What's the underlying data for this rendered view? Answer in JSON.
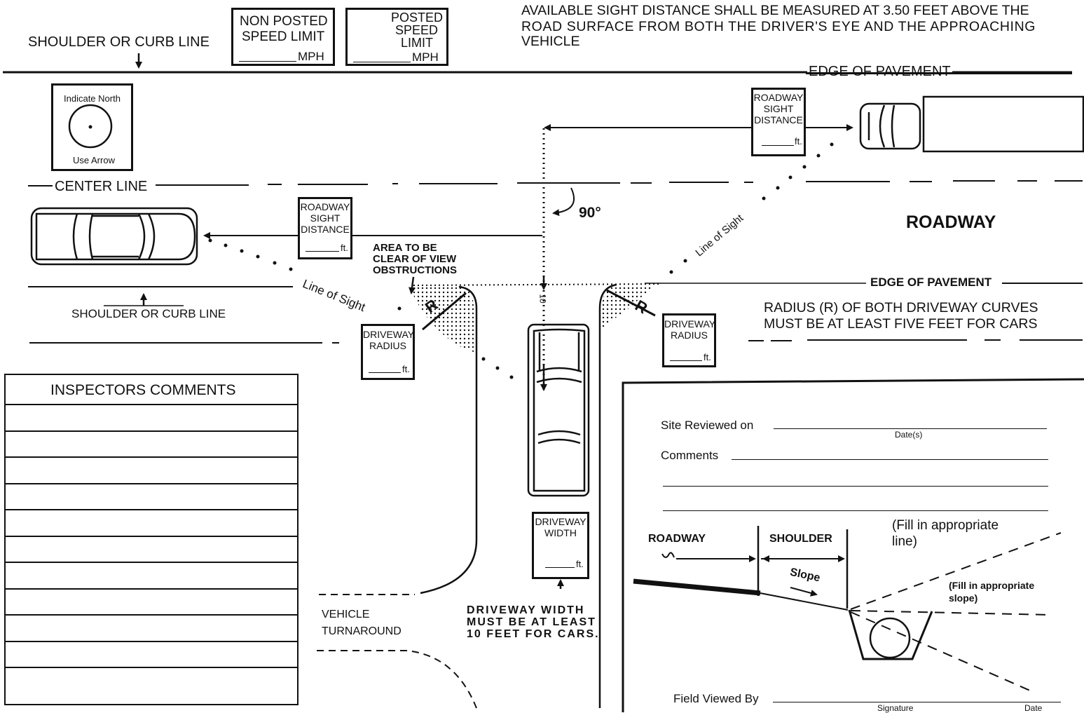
{
  "header": {
    "shoulder_label_top": "SHOULDER OR CURB LINE",
    "non_posted": {
      "line1": "NON POSTED",
      "line2": "SPEED LIMIT",
      "unit": "MPH"
    },
    "posted": {
      "line1": "POSTED",
      "line2": "SPEED",
      "line3": "LIMIT",
      "unit": "MPH"
    },
    "note": {
      "line1": "AVAILABLE SIGHT DISTANCE SHALL BE MEASURED AT 3.50 FEET ABOVE THE",
      "line2": "ROAD SURFACE FROM BOTH THE DRIVER'S EYE AND THE APPROACHING",
      "line3": "VEHICLE"
    }
  },
  "diagram": {
    "edge_top": "EDGE OF PAVEMENT",
    "edge_bottom": "EDGE OF PAVEMENT",
    "north": {
      "top": "Indicate North",
      "bottom": "Use Arrow"
    },
    "center_line": "CENTER LINE",
    "roadway": "ROADWAY",
    "angle": "90°",
    "line_of_sight": "Line of Sight",
    "sight_box_right": {
      "line1": "ROADWAY",
      "line2": "SIGHT",
      "line3": "DISTANCE",
      "unit": "ft."
    },
    "sight_box_left": {
      "line1": "ROADWAY",
      "line2": "SIGHT",
      "line3": "DISTANCE",
      "unit": "ft."
    },
    "area_clear": {
      "line1": "AREA TO BE",
      "line2": "CLEAR OF VIEW",
      "line3": "OBSTRUCTIONS"
    },
    "shoulder_label_mid": "SHOULDER OR CURB LINE",
    "radius_letter": "R",
    "radius_box_left": {
      "line1": "DRIVEWAY",
      "line2": "RADIUS",
      "unit": "ft."
    },
    "radius_box_right": {
      "line1": "DRIVEWAY",
      "line2": "RADIUS",
      "unit": "ft."
    },
    "radius_note": {
      "line1": "RADIUS (R) OF BOTH DRIVEWAY CURVES",
      "line2": "MUST BE AT LEAST FIVE FEET FOR CARS"
    },
    "width_box": {
      "line1": "DRIVEWAY",
      "line2": "WIDTH",
      "unit": "ft."
    },
    "width_note": {
      "line1": "DRIVEWAY WIDTH",
      "line2": "MUST BE AT LEAST",
      "line3": "10 FEET FOR CARS."
    },
    "turnaround": {
      "line1": "VEHICLE",
      "line2": "TURNAROUND"
    },
    "driveway_mark": "10"
  },
  "inspectors": {
    "title": "INSPECTORS COMMENTS",
    "line_count": 11
  },
  "review": {
    "site_reviewed": "Site Reviewed on",
    "date_s": "Date(s)",
    "comments": "Comments",
    "roadway": "ROADWAY",
    "shoulder": "SHOULDER",
    "slope": "Slope",
    "fill_line": {
      "line1": "(Fill in appropriate",
      "line2": "line)"
    },
    "fill_slope": {
      "line1": "(Fill in appropriate",
      "line2": "slope)"
    },
    "field_viewed": "Field Viewed By",
    "signature": "Signature",
    "date": "Date"
  }
}
